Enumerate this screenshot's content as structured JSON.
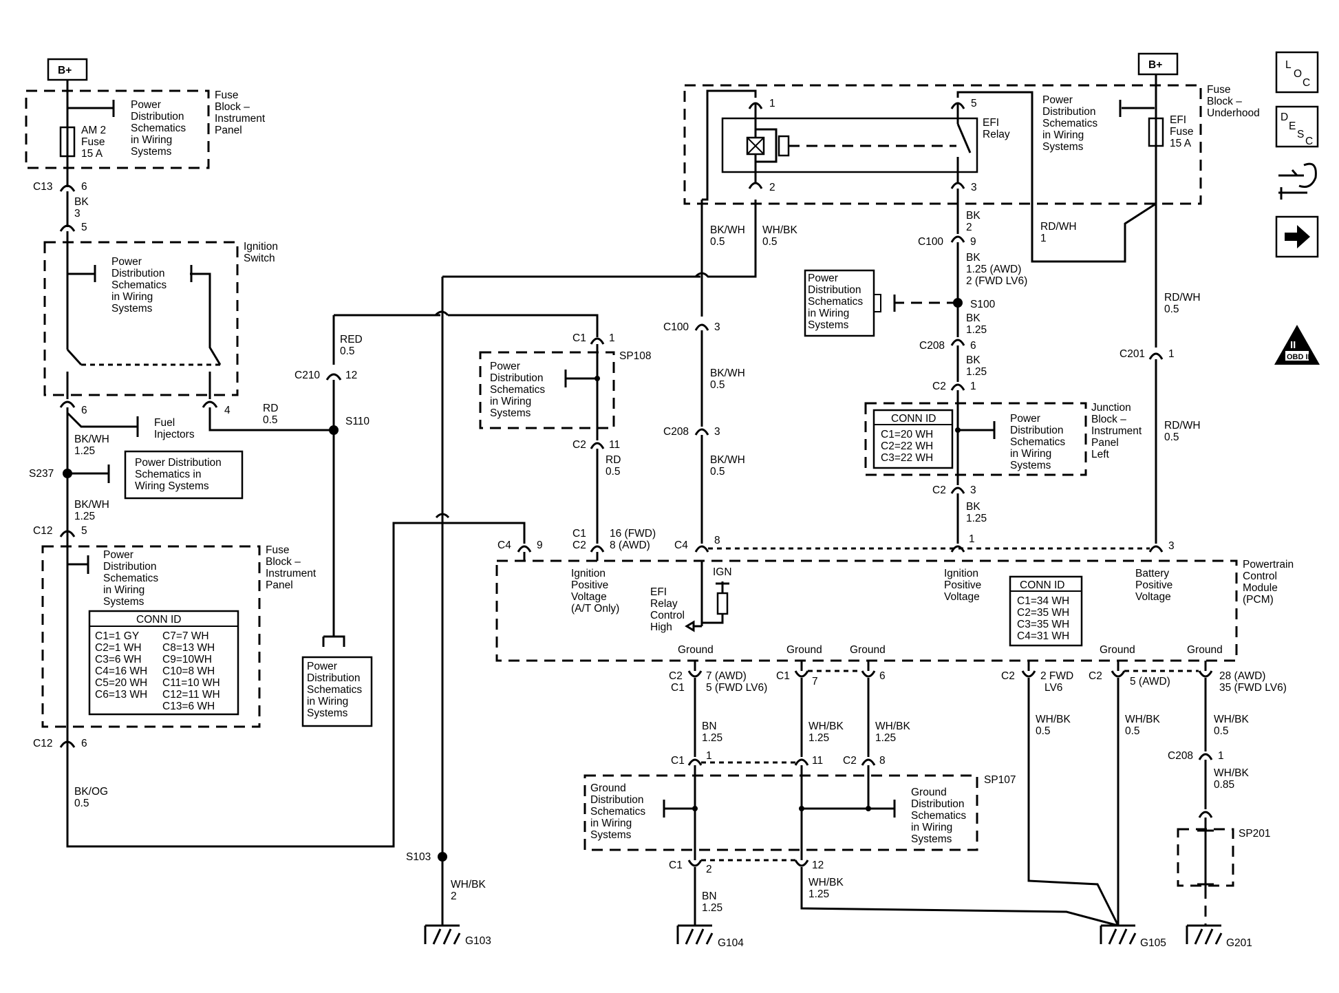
{
  "nav": {
    "loc_letters": [
      "L",
      "O",
      "C"
    ],
    "desc_letters": [
      "D",
      "E",
      "S",
      "C"
    ],
    "obd_label": "OBD II",
    "obd_roman": "II"
  },
  "supply": {
    "bplus": "B+"
  },
  "fuse_block_ip": {
    "title": [
      "Fuse",
      "Block –",
      "Instrument",
      "Panel"
    ],
    "fuse": [
      "AM 2",
      "Fuse",
      "15 A"
    ],
    "pds": [
      "Power",
      "Distribution",
      "Schematics",
      "in Wiring",
      "Systems"
    ]
  },
  "fuse_block_uh": {
    "title": [
      "Fuse",
      "Block –",
      "Underhood"
    ],
    "fuse": [
      "EFI",
      "Fuse",
      "15 A"
    ],
    "relay": [
      "EFI",
      "Relay"
    ],
    "pds": [
      "Power",
      "Distribution",
      "Schematics",
      "in Wiring",
      "Systems"
    ]
  },
  "ignition_switch": {
    "title": [
      "Ignition",
      "Switch"
    ],
    "pds": [
      "Power",
      "Distribution",
      "Schematics",
      "in Wiring",
      "Systems"
    ]
  },
  "fuel_injectors": [
    "Fuel",
    "Injectors"
  ],
  "pds_s237": [
    "Power Distribution",
    "Schematics in",
    "Wiring Systems"
  ],
  "pds_s110": [
    "Power",
    "Distribution",
    "Schematics",
    "in Wiring",
    "Systems"
  ],
  "pds_sp108": [
    "Power",
    "Distribution",
    "Schematics",
    "in Wiring",
    "Systems"
  ],
  "pds_s100": [
    "Power",
    "Distribution",
    "Schematics",
    "in Wiring",
    "Systems"
  ],
  "fuse_block_ip2": {
    "title": [
      "Fuse",
      "Block –",
      "Instrument",
      "Panel"
    ],
    "pds": [
      "Power",
      "Distribution",
      "Schematics",
      "in Wiring",
      "Systems"
    ],
    "conn_title": "CONN ID",
    "conn_left": [
      "C1=1 GY",
      "C2=1 WH",
      "C3=6 WH",
      "C4=16 WH",
      "C5=20 WH",
      "C6=13 WH"
    ],
    "conn_right": [
      "C7=7 WH",
      "C8=13 WH",
      "C9=10WH",
      "C10=8 WH",
      "C11=10 WH",
      "C12=11 WH",
      "C13=6 WH"
    ]
  },
  "junction_block": {
    "title": [
      "Junction",
      "Block –",
      "Instrument",
      "Panel",
      "Left"
    ],
    "conn_title": "CONN ID",
    "conn": [
      "C1=20 WH",
      "C2=22 WH",
      "C3=22 WH"
    ],
    "pds": [
      "Power",
      "Distribution",
      "Schematics",
      "in Wiring",
      "Systems"
    ]
  },
  "pcm": {
    "title": [
      "Powertrain",
      "Control",
      "Module",
      "(PCM)"
    ],
    "ign_pos": [
      "Ignition",
      "Positive",
      "Voltage",
      "(A/T Only)"
    ],
    "efi_ctrl": [
      "EFI",
      "Relay",
      "Control",
      "High"
    ],
    "ign": "IGN",
    "ign_pos2": [
      "Ignition",
      "Positive",
      "Voltage"
    ],
    "bat_pos": [
      "Battery",
      "Positive",
      "Voltage"
    ],
    "conn_title": "CONN ID",
    "conn": [
      "C1=34 WH",
      "C2=35 WH",
      "C3=35 WH",
      "C4=31 WH"
    ],
    "ground": "Ground"
  },
  "gnd_dist_left": [
    "Ground",
    "Distribution",
    "Schematics",
    "in Wiring",
    "Systems"
  ],
  "gnd_dist_right": [
    "Ground",
    "Distribution",
    "Schematics",
    "in Wiring",
    "Systems"
  ],
  "grounds": {
    "g103": "G103",
    "g104": "G104",
    "g105": "G105",
    "g201": "G201"
  },
  "labels": {
    "c13": "C13",
    "c13p": "6",
    "bk": "BK",
    "bk3": "3",
    "isw_in": "5",
    "isw6": "6",
    "isw4": "4",
    "rd": "RD",
    "rd05": "0.5",
    "bkwh": "BK/WH",
    "bkwh125": "1.25",
    "s237": "S237",
    "bkwh2": "BK/WH",
    "bkwh2_125": "1.25",
    "c12": "C12",
    "c12p5": "5",
    "c12b": "C12",
    "c12bp": "6",
    "bkog": "BK/OG",
    "bkog05": "0.5",
    "red": "RED",
    "red05": "0.5",
    "c210": "C210",
    "c210p": "12",
    "s110": "S110",
    "s103": "S103",
    "whbk": "WH/BK",
    "whbk2": "2",
    "c1a": "C1",
    "c1ap": "1",
    "sp108": "SP108",
    "c2a": "C2",
    "c2ap": "11",
    "rd2": "RD",
    "rd2_05": "0.5",
    "c1c2": "C1",
    "c2c2": "C2",
    "p16": "16 (FWD)",
    "p8": "8 (AWD)",
    "c4a": "C4",
    "c4ap": "9",
    "r1": "1",
    "r2": "2",
    "r5": "5",
    "r3": "3",
    "bkwh_r": "BK/WH",
    "bkwh_r05": "0.5",
    "whbk_r": "WH/BK",
    "whbk_r05": "0.5",
    "c100a": "C100",
    "c100ap": "3",
    "bkwh3": "BK/WH",
    "bkwh3_05": "0.5",
    "c208a": "C208",
    "c208ap": "3",
    "bkwh4": "BK/WH",
    "bkwh4_05": "0.5",
    "c4b": "C4",
    "c4bp": "8",
    "bk_r": "BK",
    "bk_r2": "2",
    "c100b": "C100",
    "c100bp": "9",
    "bk_a": "BK",
    "bk_awd": "1.25 (AWD)",
    "bk_fwd": "2 (FWD LV6)",
    "s100": "S100",
    "bk_b": "BK",
    "bk_b125": "1.25",
    "c208b": "C208",
    "c208bp": "6",
    "bk_c": "BK",
    "bk_c125": "1.25",
    "c2b": "C2",
    "c2bp": "1",
    "c2c": "C2",
    "c2cp": "3",
    "bk_d": "BK",
    "bk_d125": "1.25",
    "pin1": "1",
    "rdwh": "RD/WH",
    "rdwh1": "1",
    "rdwh2": "RD/WH",
    "rdwh2_05": "0.5",
    "c201": "C201",
    "c201p": "1",
    "rdwh3": "RD/WH",
    "rdwh3_05": "0.5",
    "pin3": "3",
    "g_c2": "C2",
    "g_c1": "C1",
    "g_7awd": "7 (AWD)",
    "g_5fwd": "5 (FWD LV6)",
    "g_c1b": "C1",
    "g_7": "7",
    "g_6": "6",
    "g_c2b": "C2",
    "g_2fwd": "2 FWD",
    "g_lv6": "LV6",
    "g_c2c": "C2",
    "g_5awd": "5 (AWD)",
    "g_28": "28 (AWD)",
    "g_35": "35 (FWD LV6)",
    "bn": "BN",
    "bn125": "1.25",
    "whbk_a": "WH/BK",
    "whbk_a125": "1.25",
    "whbk_b": "WH/BK",
    "whbk_b125": "1.25",
    "whbk_c": "WH/BK",
    "whbk_c05": "0.5",
    "whbk_d": "WH/BK",
    "whbk_d05": "0.5",
    "whbk_e": "WH/BK",
    "whbk_e05": "0.5",
    "c1d": "C1",
    "c1dp": "1",
    "c1e": "11",
    "c2e": "C2",
    "c2ep": "8",
    "sp107": "SP107",
    "c208c": "C208",
    "c208cp": "1",
    "whbk_f": "WH/BK",
    "whbk_f085": "0.85",
    "sp201": "SP201",
    "c1f": "C1",
    "c1fp": "2",
    "c1g": "12",
    "bn2": "BN",
    "bn2_125": "1.25",
    "whbk_g": "WH/BK",
    "whbk_g125": "1.25"
  }
}
